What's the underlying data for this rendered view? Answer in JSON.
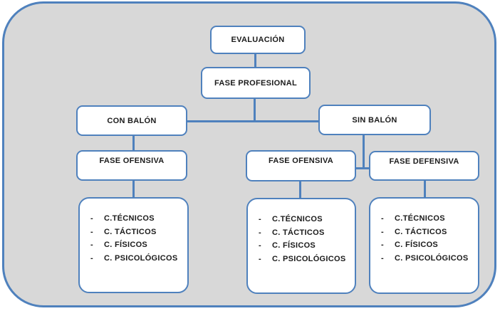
{
  "colors": {
    "accent": "#4F81BD",
    "container_fill": "#D8D8D8",
    "node_fill": "#FFFFFF",
    "text": "#1b1b1b"
  },
  "bullet": "-",
  "nodes": {
    "evaluacion": "EVALUACIÓN",
    "fase_profesional": "FASE PROFESIONAL",
    "con_balon": "CON BALÓN",
    "sin_balon": "SIN BALÓN",
    "fase_ofensiva_left": "FASE OFENSIVA",
    "fase_ofensiva_mid": "FASE OFENSIVA",
    "fase_defensiva": "FASE DEFENSIVA"
  },
  "lists": [
    {
      "items": [
        "C.TÉCNICOS",
        "C. TÁCTICOS",
        "C. FÍSICOS",
        "C. PSICOLÓGICOS"
      ]
    },
    {
      "items": [
        "C.TÉCNICOS",
        "C. TÁCTICOS",
        "C. FÍSICOS",
        "C. PSICOLÓGICOS"
      ]
    },
    {
      "items": [
        "C.TÉCNICOS",
        "C. TÁCTICOS",
        "C. FÍSICOS",
        "C. PSICOLÓGICOS"
      ]
    }
  ]
}
